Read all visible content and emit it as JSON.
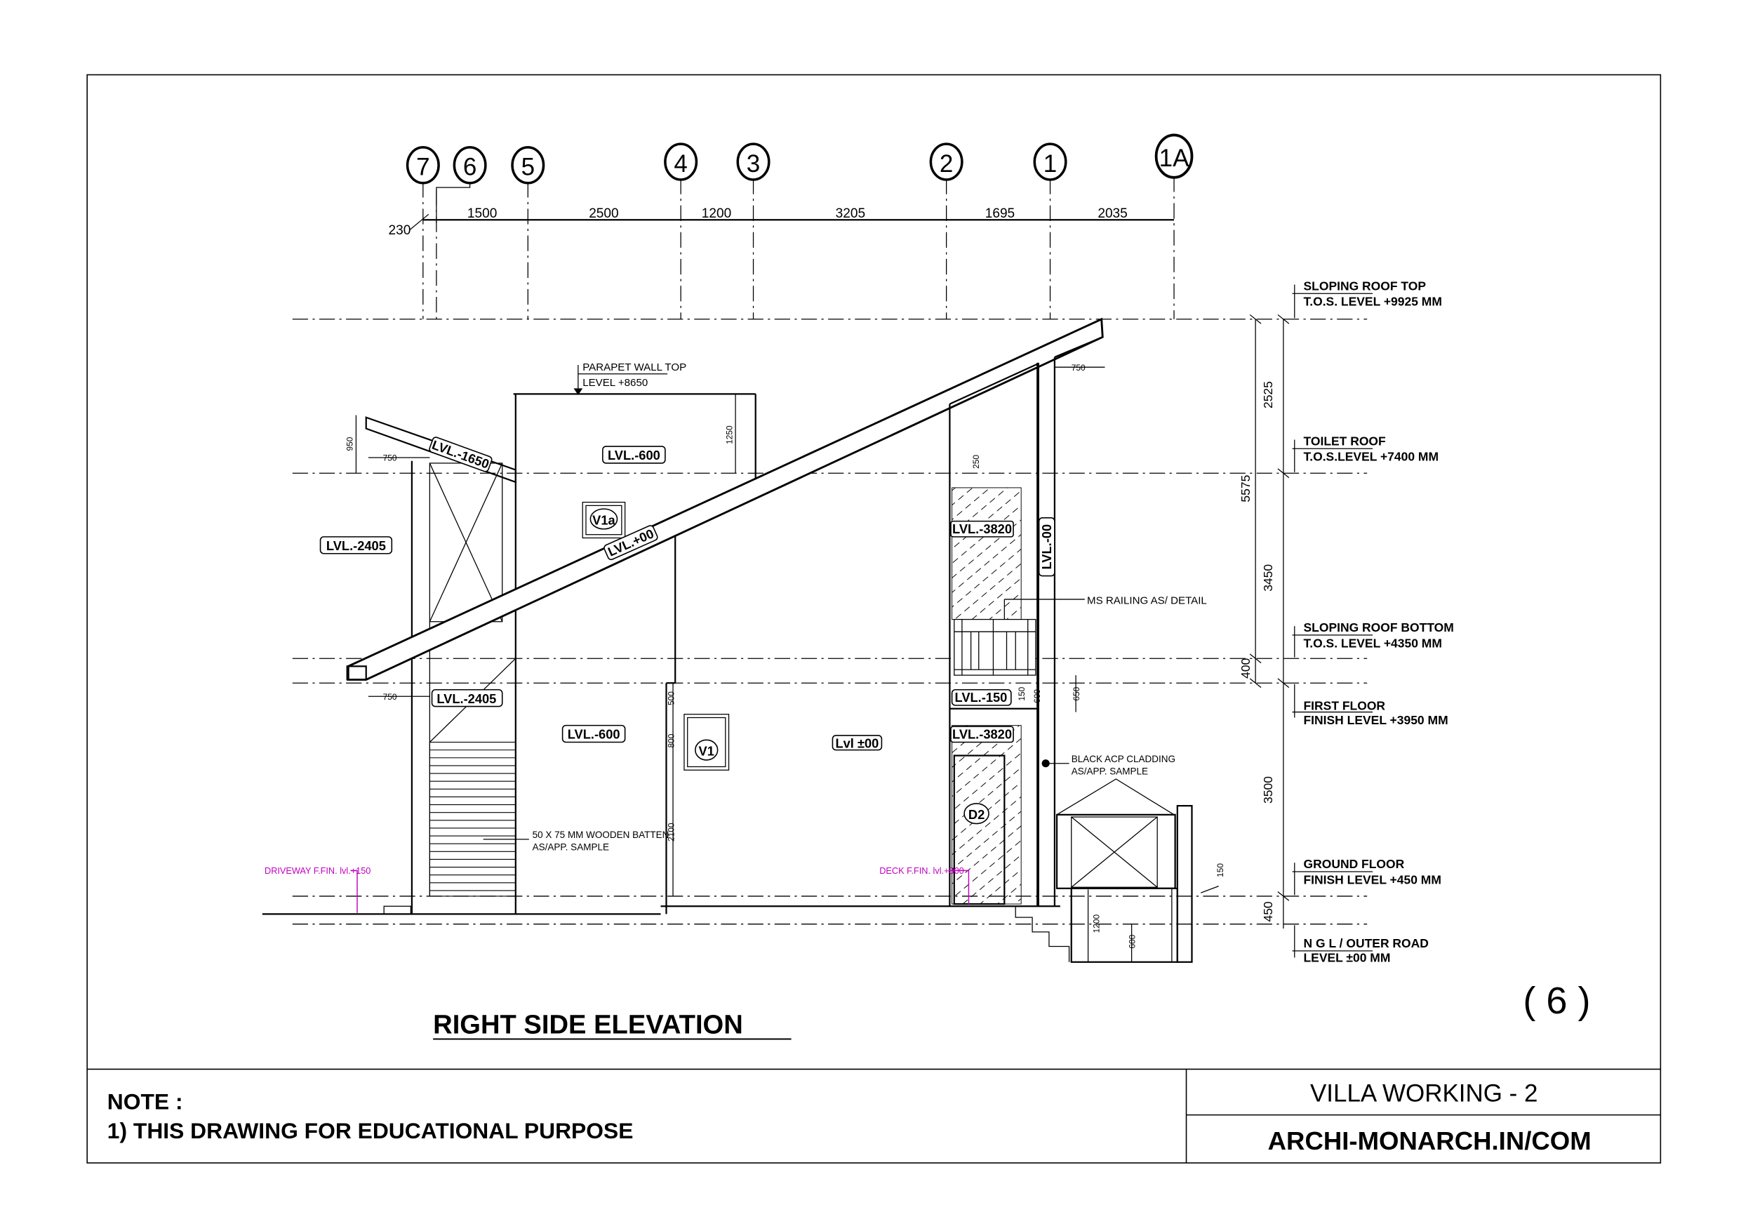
{
  "drawing": {
    "title": "RIGHT SIDE ELEVATION",
    "sheet_number": "( 6 )",
    "grid_labels": [
      "7",
      "6",
      "5",
      "4",
      "3",
      "2",
      "1",
      "1A"
    ],
    "grid_dimensions": [
      "230",
      "1500",
      "2500",
      "1200",
      "3205",
      "1695",
      "2035"
    ],
    "levels": [
      {
        "name": "SLOPING ROOF TOP",
        "value": "T.O.S. LEVEL +9925 MM"
      },
      {
        "name": "TOILET ROOF",
        "value": "T.O.S.LEVEL +7400 MM"
      },
      {
        "name": "SLOPING ROOF BOTTOM",
        "value": "T.O.S. LEVEL +4350 MM"
      },
      {
        "name": "FIRST FLOOR",
        "value": "FINISH LEVEL +3950 MM"
      },
      {
        "name": "GROUND FLOOR",
        "value": "FINISH LEVEL +450 MM"
      },
      {
        "name": "N G L / OUTER ROAD",
        "value": "LEVEL ±00 MM"
      }
    ],
    "vertical_dimensions": [
      "2525",
      "5575",
      "3450",
      "400",
      "3500",
      "450"
    ],
    "tags": {
      "lvl_600_top": "LVL.-600",
      "lvl_600_bottom": "LVL.-600",
      "lvl_2405_left": "LVL.-2405",
      "lvl_2405_stair": "LVL.-2405",
      "lvl_1650": "LVL.-1650",
      "lvl_plus00": "LVL.+00",
      "lvl_3820_top": "LVL.-3820",
      "lvl_3820_bottom": "LVL.-3820",
      "lvl_150": "LVL.-150",
      "lvl_minus00": "LVL.-00",
      "lvl_pm00": "Lvl ±00",
      "v1a": "V1a",
      "v1": "V1",
      "d2": "D2"
    },
    "notes": {
      "parapet_1": "PARAPET WALL TOP",
      "parapet_2": "LEVEL +8650",
      "railing": "MS RAILING AS/ DETAIL",
      "acp_1": "BLACK ACP CLADDING",
      "acp_2": "AS/APP. SAMPLE",
      "batten_1": "50 X 75 MM WOODEN BATTEN",
      "batten_2": "AS/APP. SAMPLE",
      "driveway": "DRIVEWAY F.FIN. lvl.+150",
      "deck": "DECK F.FIN. lvl.+300"
    },
    "small_dims": {
      "d950": "950",
      "d750a": "750",
      "d750b": "750",
      "d1250": "1250",
      "d500": "500",
      "d800": "800",
      "d2100": "2100",
      "d750c": "750",
      "d250": "250",
      "d150a": "150",
      "d600a": "600",
      "d650": "650",
      "d150b": "150",
      "d1200": "1200",
      "d600b": "600"
    },
    "colors": {
      "annotation_magenta": "#c000c0"
    }
  },
  "title_block": {
    "note_heading": "NOTE :",
    "note_1": "1) THIS DRAWING FOR EDUCATIONAL PURPOSE",
    "project": "VILLA WORKING - 2",
    "website": "ARCHI-MONARCH.IN/COM"
  }
}
